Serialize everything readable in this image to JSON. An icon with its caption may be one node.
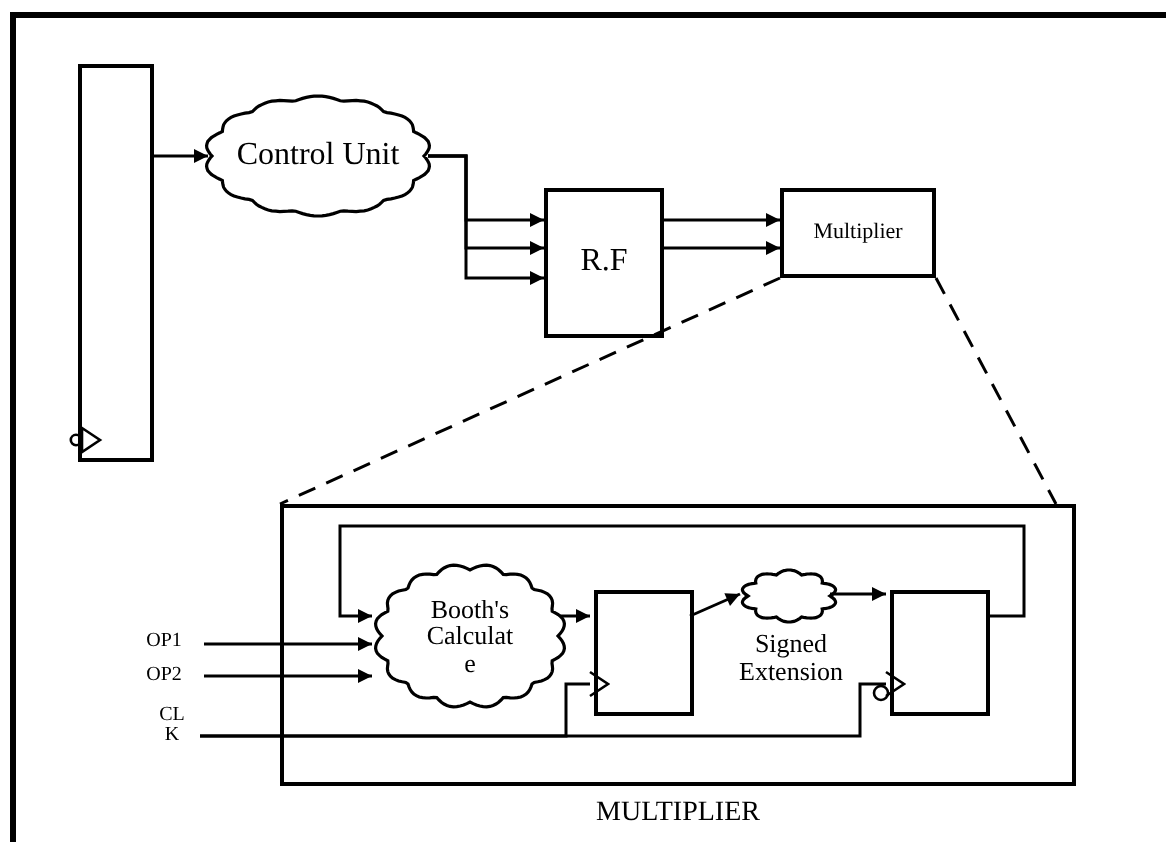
{
  "diagram": {
    "nodes": [
      {
        "text": [],
        "shape": "box"
      },
      {
        "text": [
          "Control Unit"
        ]
      },
      {
        "text": [
          "R.F"
        ]
      },
      {
        "text": [
          "Multiplier"
        ]
      },
      {
        "text": [
          "MULTIPLIER"
        ]
      },
      {
        "text": [
          "Booth's Calculate"
        ],
        "in": 4
      },
      {
        "text": [],
        "shape": "box",
        "in": 4
      },
      {
        "text": [],
        "shape": "cloud",
        "beside": [
          "Signed Extension"
        ],
        "in": 4
      },
      {
        "text": [],
        "shape": "box",
        "in": 4
      },
      {
        "text": [
          "OP1"
        ]
      },
      {
        "text": [
          "OP2"
        ]
      },
      {
        "text": [
          "CLK"
        ]
      }
    ],
    "edges": [
      {
        "from": 0,
        "to": 1,
        "arrow": "to"
      },
      {
        "from": 1,
        "to": 2,
        "arrow": "to"
      },
      {
        "from": 1,
        "to": 2,
        "arrow": "to"
      },
      {
        "from": 1,
        "to": 2,
        "arrow": "to"
      },
      {
        "from": 2,
        "to": 3,
        "arrow": "to"
      },
      {
        "from": 2,
        "to": 3,
        "arrow": "to"
      },
      {
        "from": 3,
        "to": 4,
        "arrow": "none",
        "style": "dashed"
      },
      {
        "from": 3,
        "to": 4,
        "arrow": "none",
        "style": "dashed"
      },
      {
        "from": 8,
        "to": 5,
        "arrow": "to"
      },
      {
        "from": 5,
        "to": 6,
        "arrow": "to"
      },
      {
        "from": 6,
        "to": 7,
        "arrow": "to"
      },
      {
        "from": 7,
        "to": 8,
        "arrow": "to"
      },
      {
        "from": 9,
        "to": 5,
        "arrow": "to"
      },
      {
        "from": 10,
        "to": 5,
        "arrow": "to"
      },
      {
        "from": 11,
        "to": 6,
        "arrow": "to"
      },
      {
        "from": 11,
        "to": 8,
        "arrow": "to"
      }
    ]
  }
}
